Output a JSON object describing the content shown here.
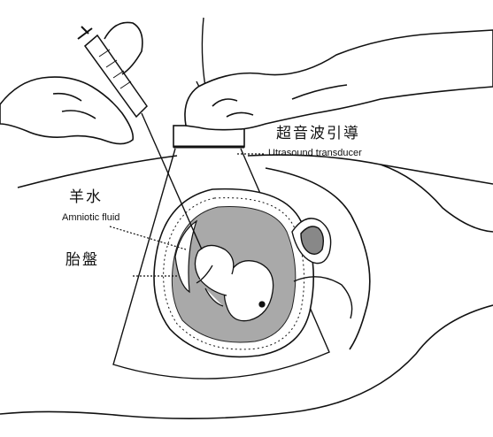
{
  "labels": {
    "ultrasound_guidance": "超音波引導",
    "ultrasound_transducer": "Utrasound transducer",
    "amniotic_fluid_zh": "羊水",
    "amniotic_fluid_en": "Amniotic fluid",
    "placenta_zh": "胎盤"
  }
}
